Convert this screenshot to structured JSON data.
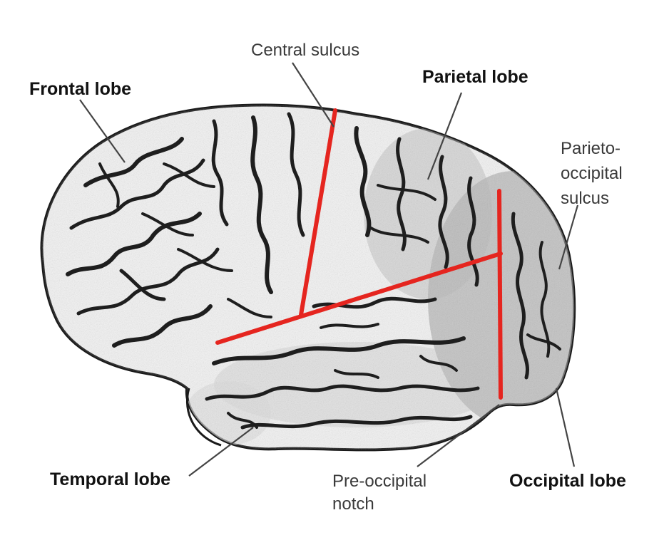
{
  "labels": {
    "frontal_lobe": "Frontal lobe",
    "central_sulcus": "Central sulcus",
    "parietal_lobe": "Parietal lobe",
    "parieto_occipital_sulcus": [
      "Parieto-",
      "occipital",
      "sulcus"
    ],
    "temporal_lobe": "Temporal lobe",
    "pre_occipital_notch": [
      "Pre-occipital",
      "notch"
    ],
    "occipital_lobe": "Occipital lobe"
  },
  "colors": {
    "boundary_lines": "#e5251f",
    "leader_lines": "#444444",
    "brain_fill": "#f3f3f3",
    "brain_outline": "#1a1a1a",
    "gyri": "#1e1e1e"
  }
}
